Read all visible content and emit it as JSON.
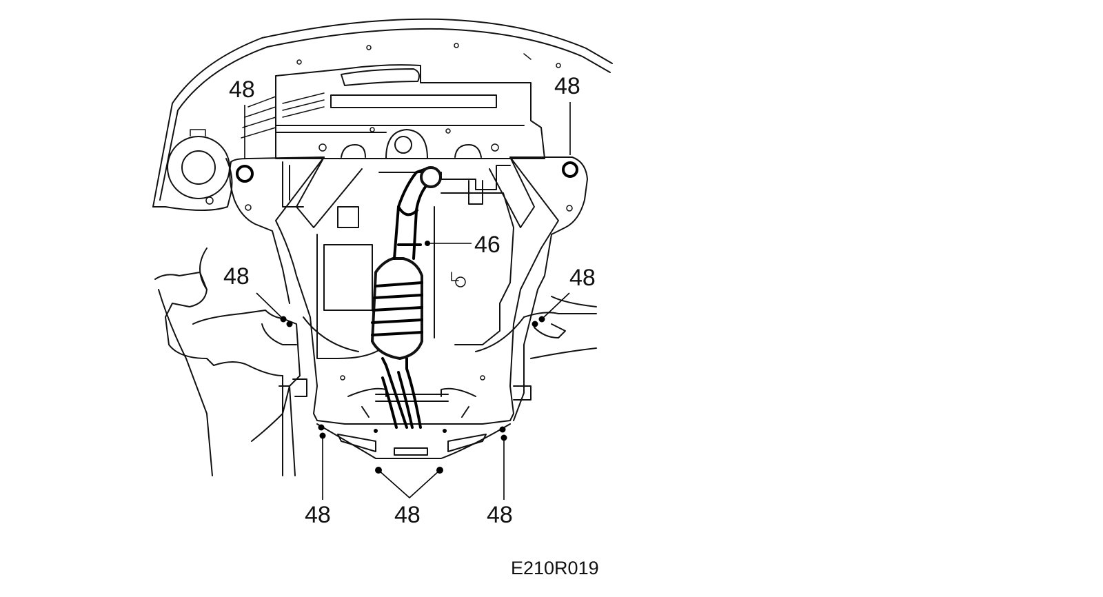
{
  "callouts": {
    "top_left": "48",
    "top_right": "48",
    "mid_left": "48",
    "mid_right": "48",
    "exhaust": "46",
    "bottom_left": "48",
    "bottom_center": "48",
    "bottom_right": "48"
  },
  "figure_code": "E210R019"
}
